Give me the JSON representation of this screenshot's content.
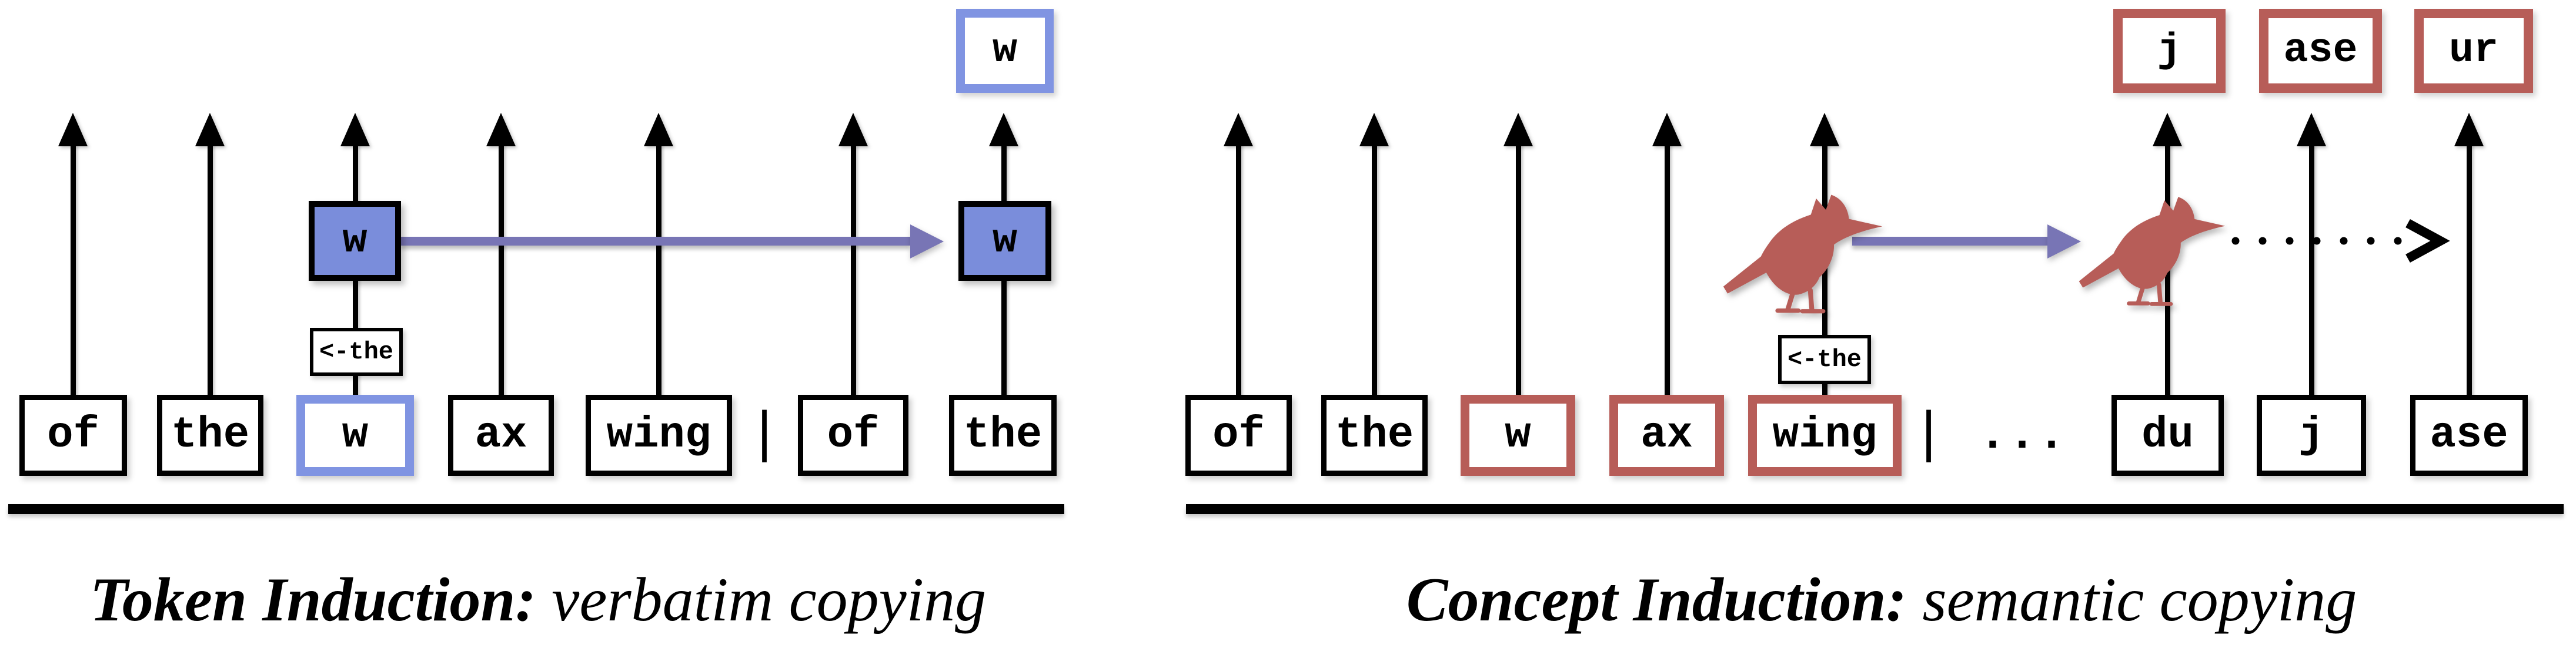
{
  "colors": {
    "blue_fill": "#7a8ddb",
    "blue_outline": "#8094e2",
    "purple": "#7875b5",
    "red": "#b75d58",
    "line_black": "#000000"
  },
  "left_panel": {
    "caption_bold": "Token Induction:",
    "caption_rest": "verbatim copying",
    "context_tokens": [
      "of",
      "the",
      "w",
      "ax",
      "wing"
    ],
    "separator": "|",
    "query_tokens": [
      "of",
      "the"
    ],
    "prev_token_label": "<-the",
    "state_label_source": "w",
    "state_label_target": "w",
    "predicted_token": "w"
  },
  "right_panel": {
    "caption_bold": "Concept Induction:",
    "caption_rest": "semantic copying",
    "context_tokens": [
      "of",
      "the",
      "w",
      "ax",
      "wing"
    ],
    "separator": "|",
    "ellipsis": "...",
    "prev_token_label": "<-the",
    "query_tokens": [
      "du",
      "j",
      "ase"
    ],
    "predicted_tokens": [
      "j",
      "ase",
      "ur"
    ],
    "concept_icon": "cardinal-bird"
  }
}
